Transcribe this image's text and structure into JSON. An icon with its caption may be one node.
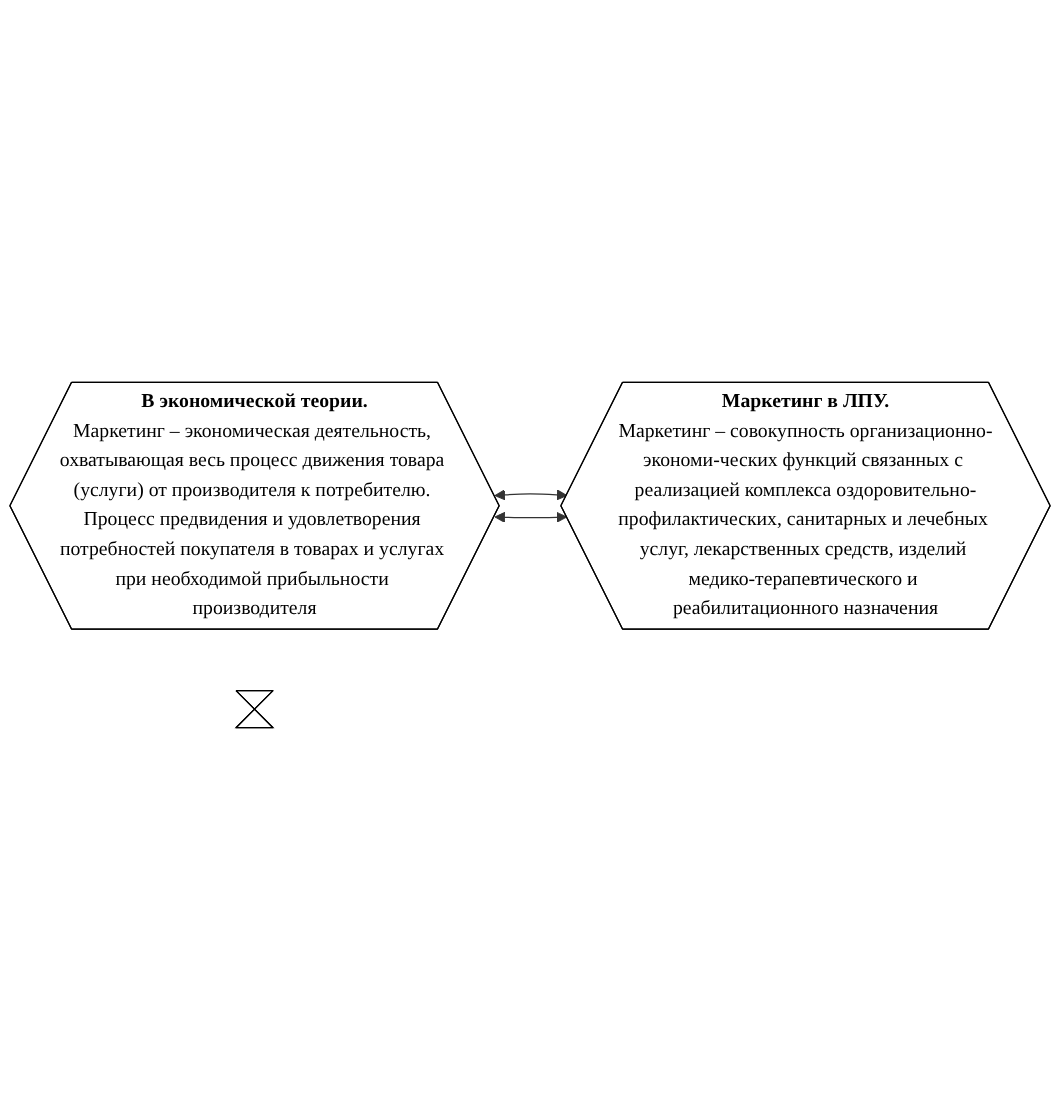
{
  "diagram": {
    "nodes": [
      {
        "text": [
          "В экономической теории.",
          "Маркетинг – экономическая деятельность, охватывающая весь процесс движения товара (услуги) от производителя к потребителю. Процесс предвидения и удовлетворения потребностей покупателя в товарах и услугах при необходимой прибыльности производителя"
        ]
      },
      {
        "text": [
          "Маркетинг в ЛПУ.",
          "Маркетинг – совокупность организационно-экономи-ческих функций связанных с реализацией комплекса оздоровительно-профилактических, санитарных и лечебных услуг, лекарственных средств, изделий медико-терапевтического и реабилитационного назначения"
        ]
      },
      {
        "text": [],
        "shape": "hourglass"
      }
    ],
    "edges": [
      {
        "from": 0,
        "to": 1,
        "arrow": "both"
      },
      {
        "from": 0,
        "to": 1,
        "arrow": "both"
      }
    ]
  }
}
